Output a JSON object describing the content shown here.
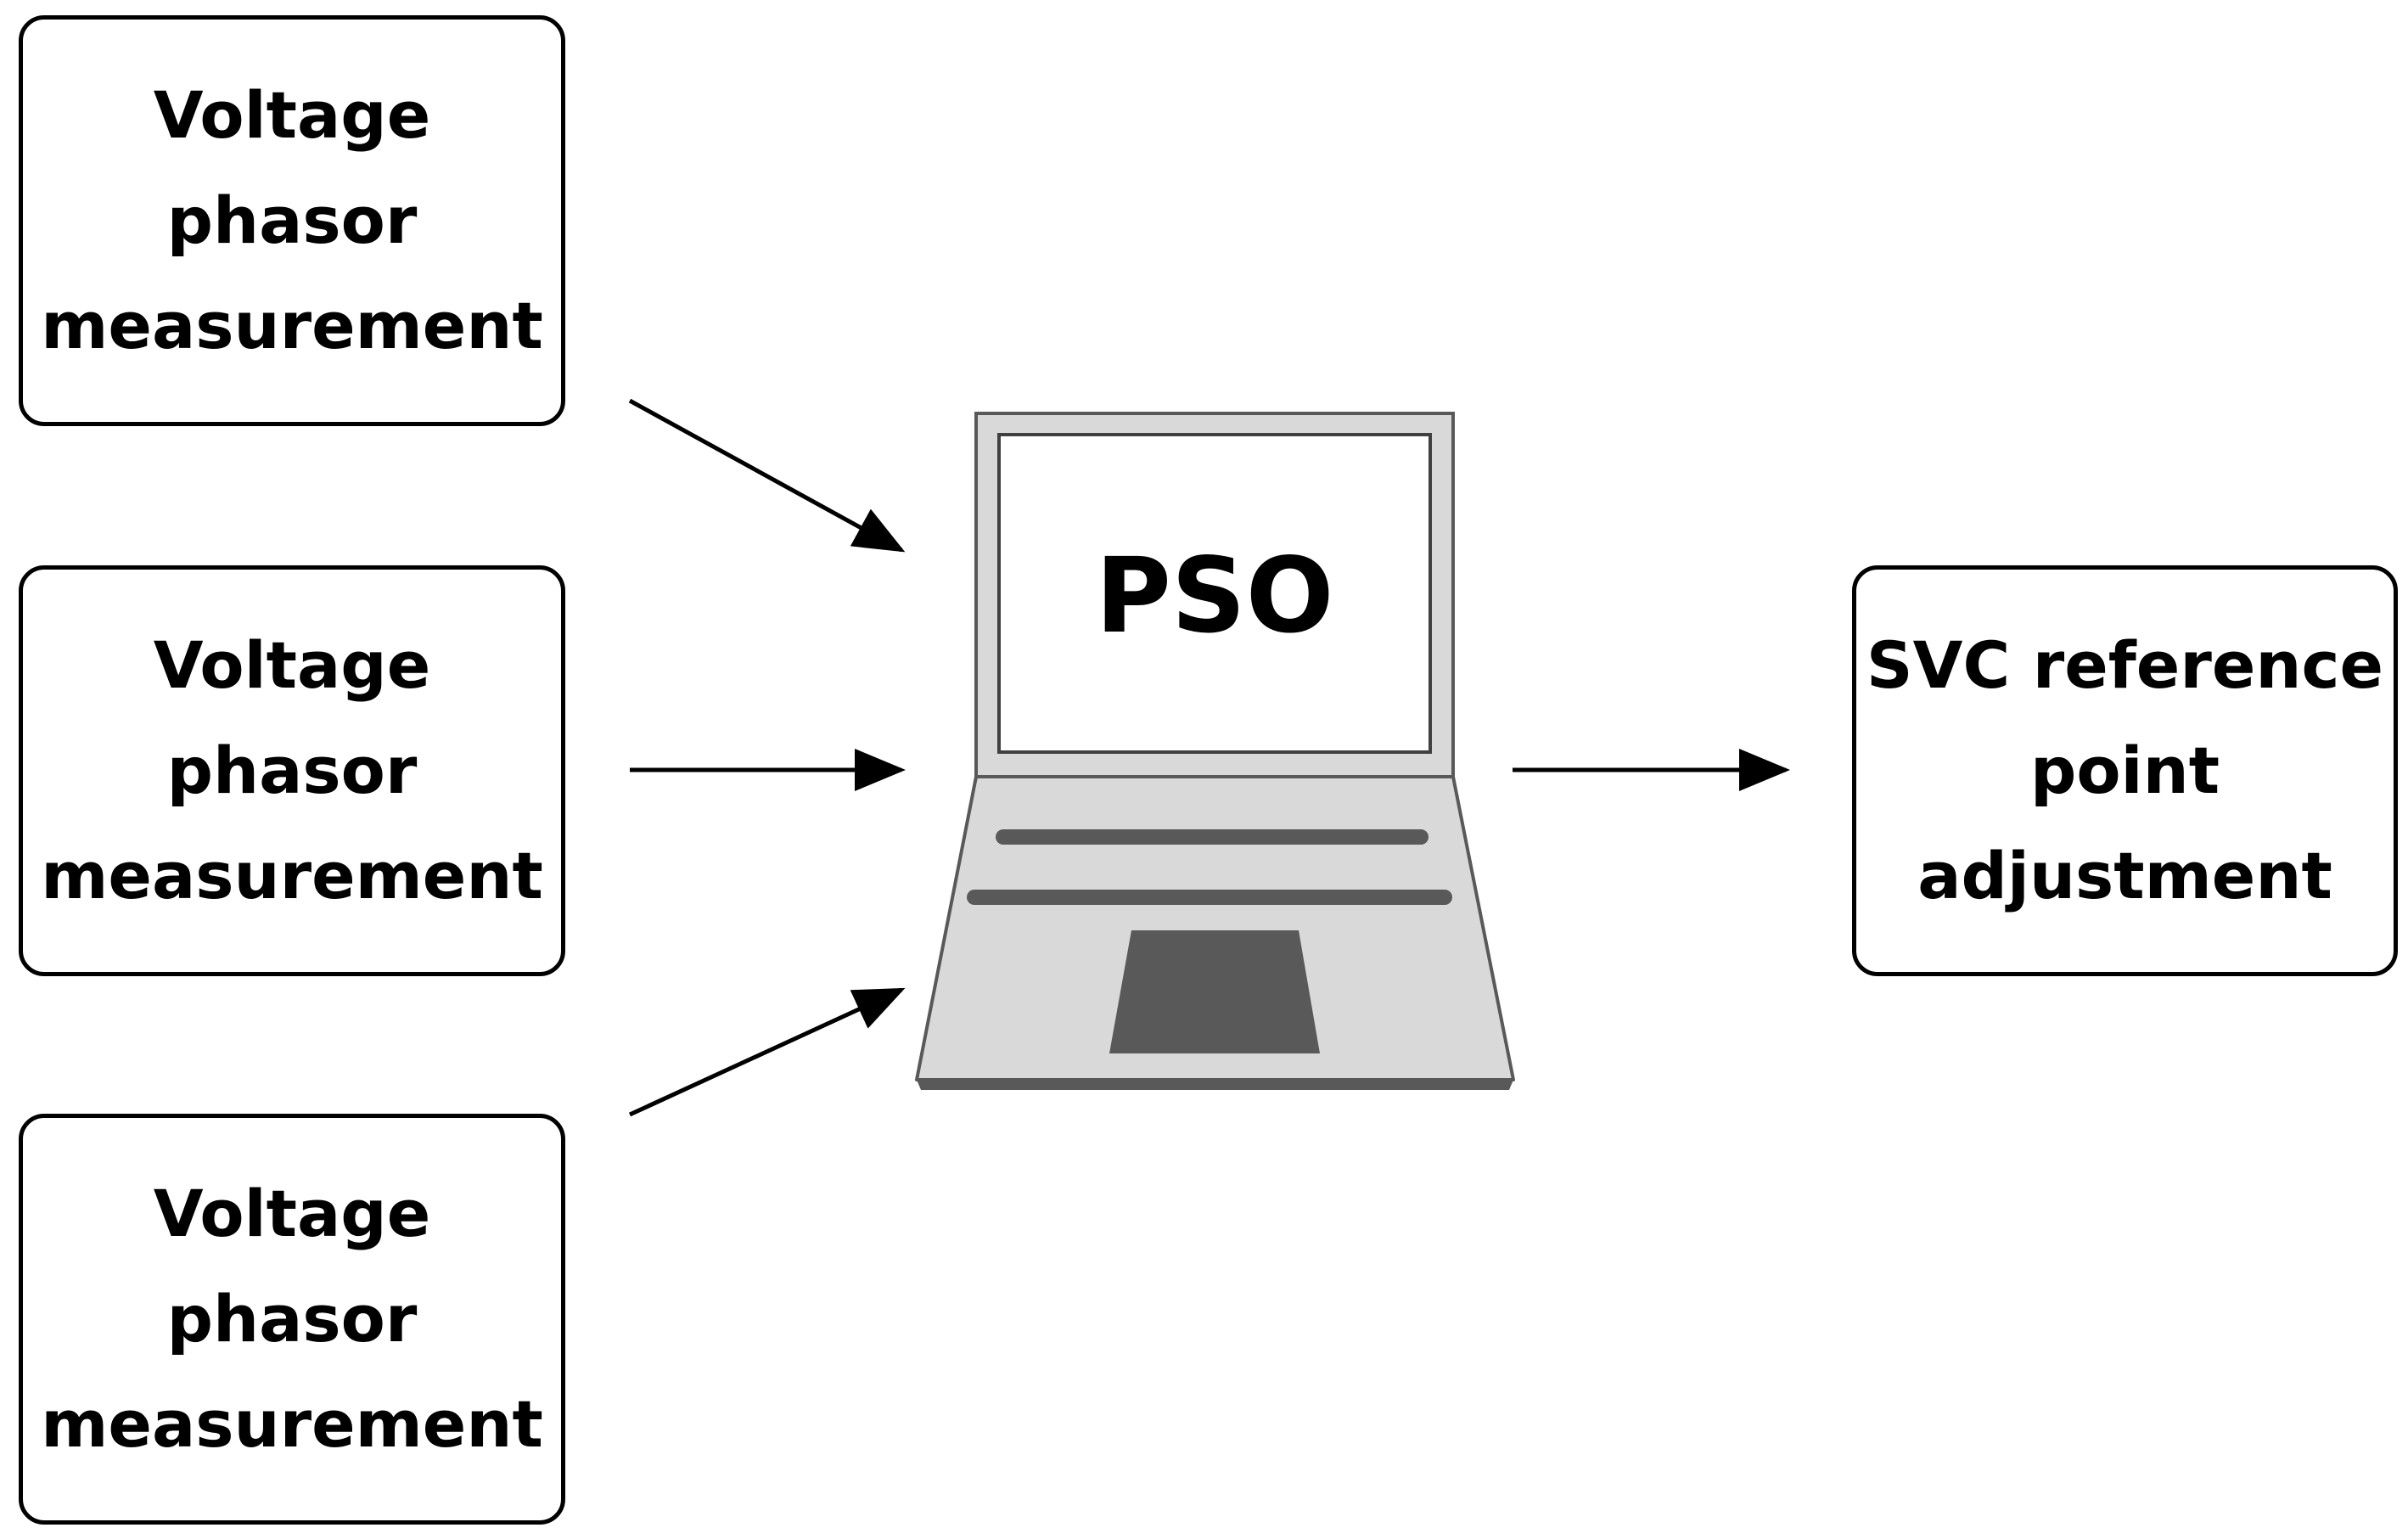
{
  "inputs": [
    {
      "lines": [
        "Voltage",
        "phasor",
        "measurement"
      ]
    },
    {
      "lines": [
        "Voltage",
        "phasor",
        "measurement"
      ]
    },
    {
      "lines": [
        "Voltage",
        "phasor",
        "measurement"
      ]
    }
  ],
  "processor": {
    "label": "PSO",
    "icon": "laptop-icon"
  },
  "output": {
    "lines": [
      "SVC reference",
      "point",
      "adjustment"
    ]
  },
  "colors": {
    "stroke": "#000000",
    "laptop_body": "#d9d9d9",
    "laptop_dark": "#595959",
    "screen": "#ffffff"
  }
}
